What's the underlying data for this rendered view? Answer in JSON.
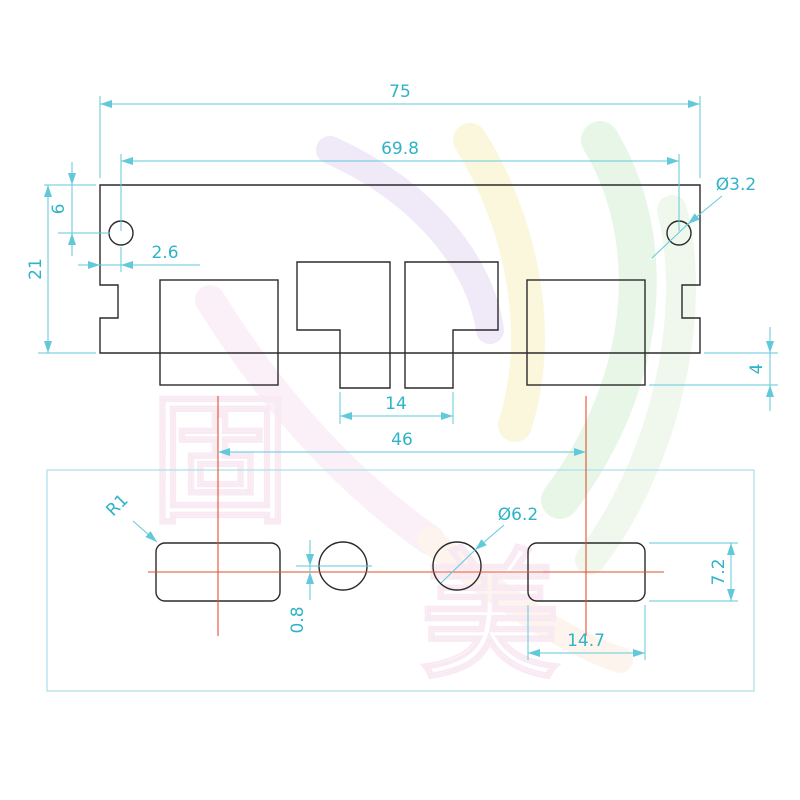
{
  "watermark": {
    "char_1": "固",
    "char_2": "美"
  },
  "colors": {
    "dimension_text": "#2fb3c9",
    "dimension_line": "#62c9da",
    "outline": "#2b2b2b",
    "centerline": "#e2512e",
    "view_border": "#a9dfe9"
  },
  "dims": {
    "overall_width": "75",
    "hole_spacing": "69.8",
    "hole_top_offset": "6",
    "overall_height": "21",
    "hole_edge_offset": "2.6",
    "mount_hole_dia": "Ø3.2",
    "latch_span": "14",
    "tab_height": "4",
    "center_distance": "46",
    "corner_radius": "R1",
    "hole_dia": "Ø6.2",
    "center_offset": "0.8",
    "slot_height": "7.2",
    "slot_width": "14.7"
  }
}
